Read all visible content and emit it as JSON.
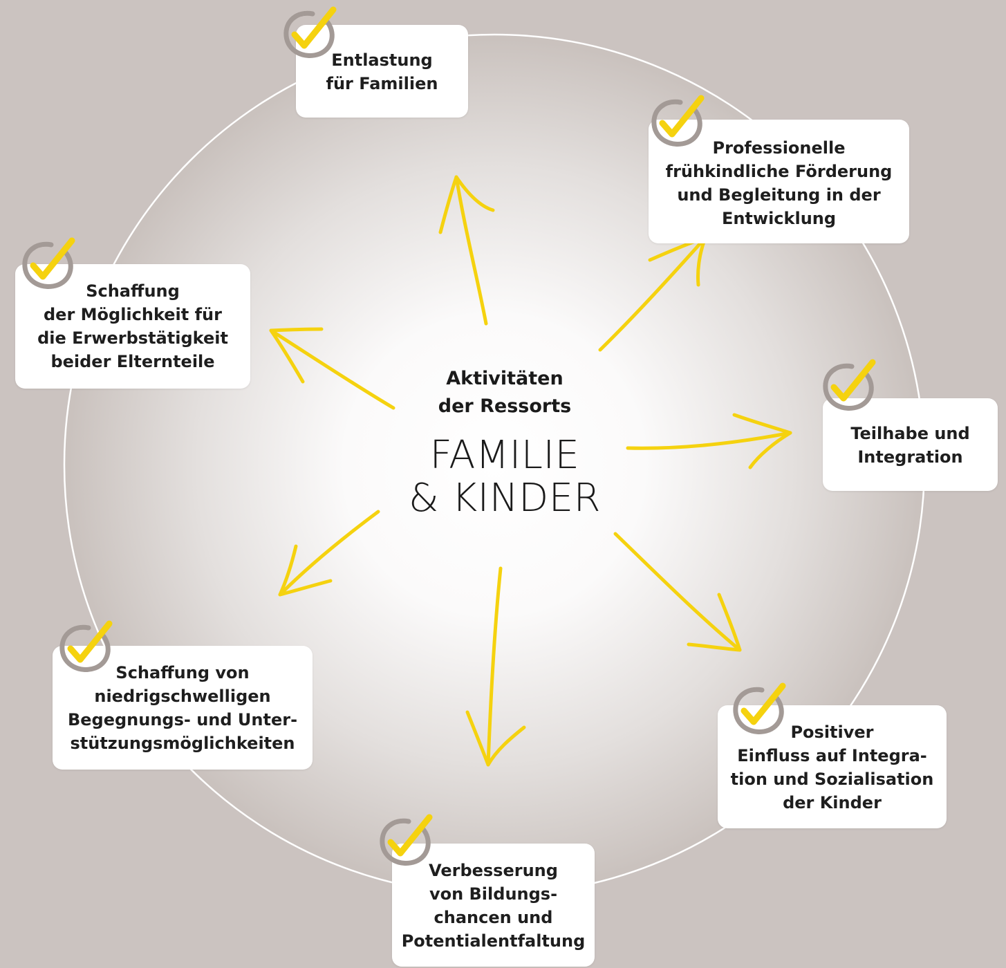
{
  "center": {
    "subtitle": "Aktivitäten\nder Ressorts",
    "title": "FAMILIE\n& KINDER"
  },
  "colors": {
    "background": "#cbc3c0",
    "arrow": "#f5d20f",
    "check": "#f5d20f",
    "check_ring": "#a39a96",
    "card": "#ffffff"
  },
  "items": [
    {
      "label": "Entlastung\nfür Familien",
      "icon": "check-icon"
    },
    {
      "label": "Professionelle\nfrühkindliche Förderung\nund Begleitung in der\nEntwicklung",
      "icon": "check-icon"
    },
    {
      "label": "Teilhabe und\nIntegration",
      "icon": "check-icon"
    },
    {
      "label": "Positiver\nEinfluss auf Integra-\ntion und Sozialisation\nder Kinder",
      "icon": "check-icon"
    },
    {
      "label": "Verbesserung\nvon Bildungs-\nchancen und\nPotentialentfaltung",
      "icon": "check-icon"
    },
    {
      "label": "Schaffung von\nniedrigschwelligen\nBegegnungs- und Unter-\nstützungsmöglichkeiten",
      "icon": "check-icon"
    },
    {
      "label": "Schaffung\nder Möglichkeit für\ndie Erwerbstätigkeit\nbeider Elternteile",
      "icon": "check-icon"
    }
  ]
}
